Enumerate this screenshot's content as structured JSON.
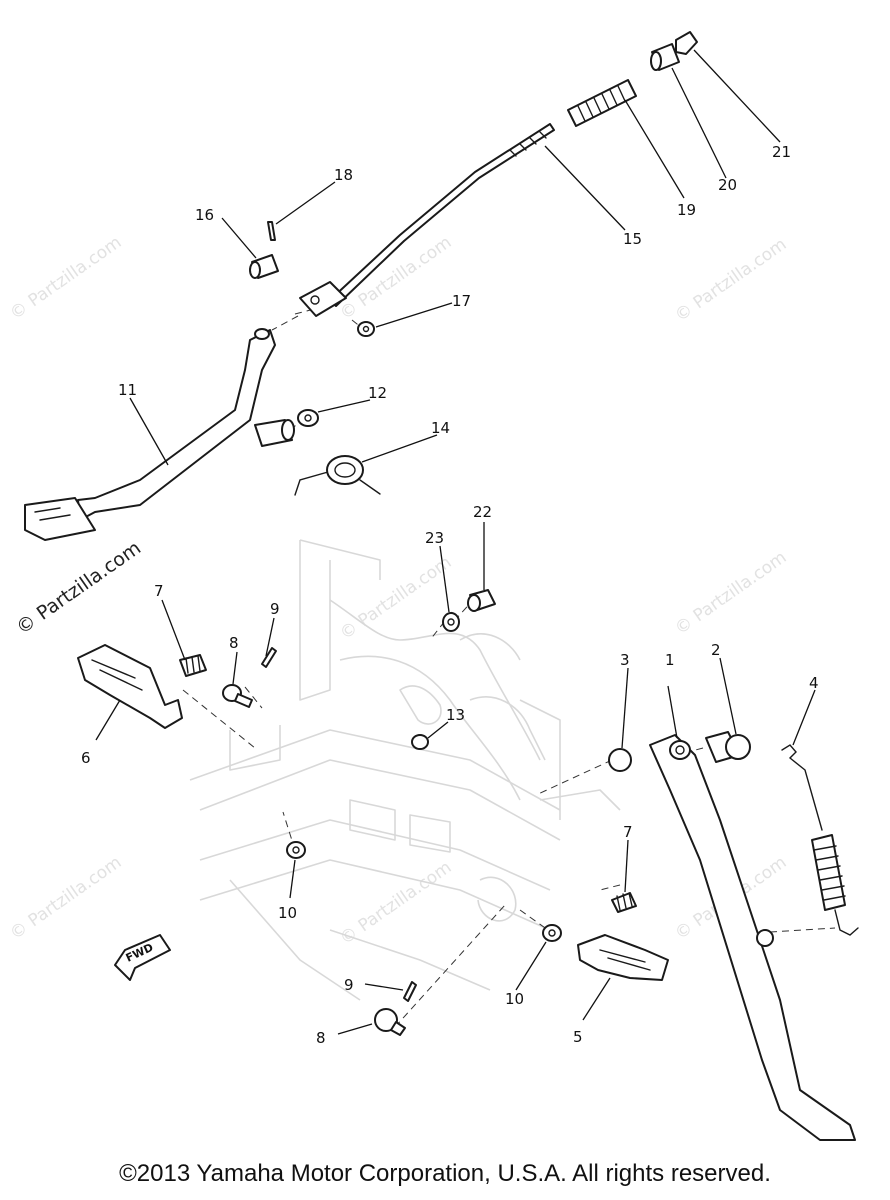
{
  "watermark": "© Partzilla.com",
  "fwd_label": "FWD",
  "copyright": "©2013 Yamaha Motor Corporation, U.S.A. All rights reserved.",
  "callouts": [
    {
      "id": "1",
      "label": "1"
    },
    {
      "id": "2",
      "label": "2"
    },
    {
      "id": "3",
      "label": "3"
    },
    {
      "id": "4",
      "label": "4"
    },
    {
      "id": "5",
      "label": "5"
    },
    {
      "id": "6",
      "label": "6"
    },
    {
      "id": "7a",
      "label": "7"
    },
    {
      "id": "7b",
      "label": "7"
    },
    {
      "id": "8a",
      "label": "8"
    },
    {
      "id": "8b",
      "label": "8"
    },
    {
      "id": "9a",
      "label": "9"
    },
    {
      "id": "9b",
      "label": "9"
    },
    {
      "id": "10a",
      "label": "10"
    },
    {
      "id": "10b",
      "label": "10"
    },
    {
      "id": "11",
      "label": "11"
    },
    {
      "id": "12",
      "label": "12"
    },
    {
      "id": "13",
      "label": "13"
    },
    {
      "id": "14",
      "label": "14"
    },
    {
      "id": "15",
      "label": "15"
    },
    {
      "id": "16",
      "label": "16"
    },
    {
      "id": "17",
      "label": "17"
    },
    {
      "id": "18",
      "label": "18"
    },
    {
      "id": "19",
      "label": "19"
    },
    {
      "id": "20",
      "label": "20"
    },
    {
      "id": "21",
      "label": "21"
    },
    {
      "id": "22",
      "label": "22"
    },
    {
      "id": "23",
      "label": "23"
    }
  ]
}
